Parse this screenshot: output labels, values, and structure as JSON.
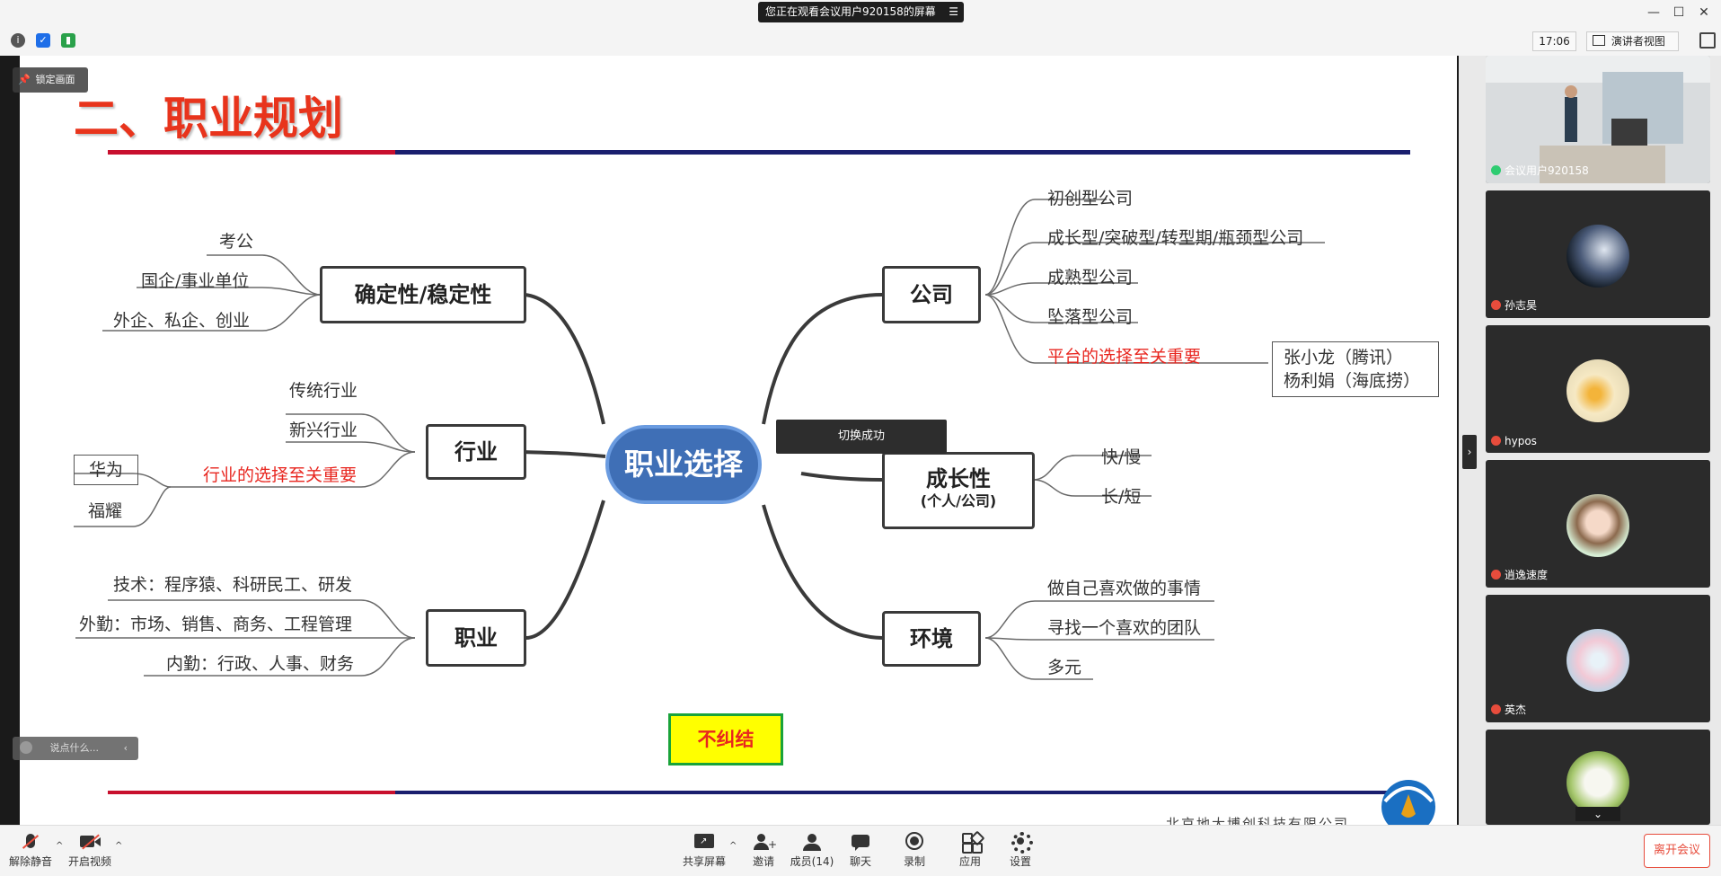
{
  "window": {
    "share_banner": "您正在观看会议用户920158的屏幕",
    "minimize": "—",
    "maximize": "☐",
    "close": "✕"
  },
  "topbar": {
    "timer": "17:06",
    "view_mode": "演讲者视图"
  },
  "overlay": {
    "lock_label": "锁定画面",
    "chat_placeholder": "说点什么...",
    "toast": "切换成功"
  },
  "slide": {
    "title": "二、职业规划",
    "center": "职业选择",
    "footer_company": "北京地大博创科技有限公司",
    "stamp": "不纠结",
    "nodes": {
      "certainty": "确定性/稳定性",
      "industry": "行业",
      "job": "职业",
      "company": "公司",
      "growth": "成长性",
      "growth_sub": "(个人/公司)",
      "environment": "环境"
    },
    "certainty_leaves": [
      "考公",
      "国企/事业单位",
      "外企、私企、创业"
    ],
    "industry_leaves": [
      "传统行业",
      "新兴行业",
      "行业的选择至关重要"
    ],
    "industry_examples": [
      "华为",
      "福耀"
    ],
    "job_leaves": [
      "技术：程序猿、科研民工、研发",
      "外勤：市场、销售、商务、工程管理",
      "内勤：行政、人事、财务"
    ],
    "company_leaves": [
      "初创型公司",
      "成长型/突破型/转型期/瓶颈型公司",
      "成熟型公司",
      "坠落型公司",
      "平台的选择至关重要"
    ],
    "company_examples": [
      "张小龙（腾讯）",
      "杨利娟（海底捞）"
    ],
    "growth_leaves": [
      "快/慢",
      "长/短"
    ],
    "environment_leaves": [
      "做自己喜欢做的事情",
      "寻找一个喜欢的团队",
      "多元"
    ]
  },
  "participants": [
    {
      "name": "会议用户920158"
    },
    {
      "name": "孙志昊"
    },
    {
      "name": "hypos"
    },
    {
      "name": "逍逸速度"
    },
    {
      "name": "英杰"
    }
  ],
  "toolbar": {
    "mute": "解除静音",
    "video": "开启视频",
    "share": "共享屏幕",
    "invite": "邀请",
    "members": "成员(14)",
    "chat": "聊天",
    "record": "录制",
    "apps": "应用",
    "settings": "设置",
    "leave": "离开会议"
  },
  "colors": {
    "accent_red": "#e8261f",
    "node_blue": "#3f6fb6",
    "title_red": "#e8341c",
    "line_navy": "#1a1f6e"
  }
}
